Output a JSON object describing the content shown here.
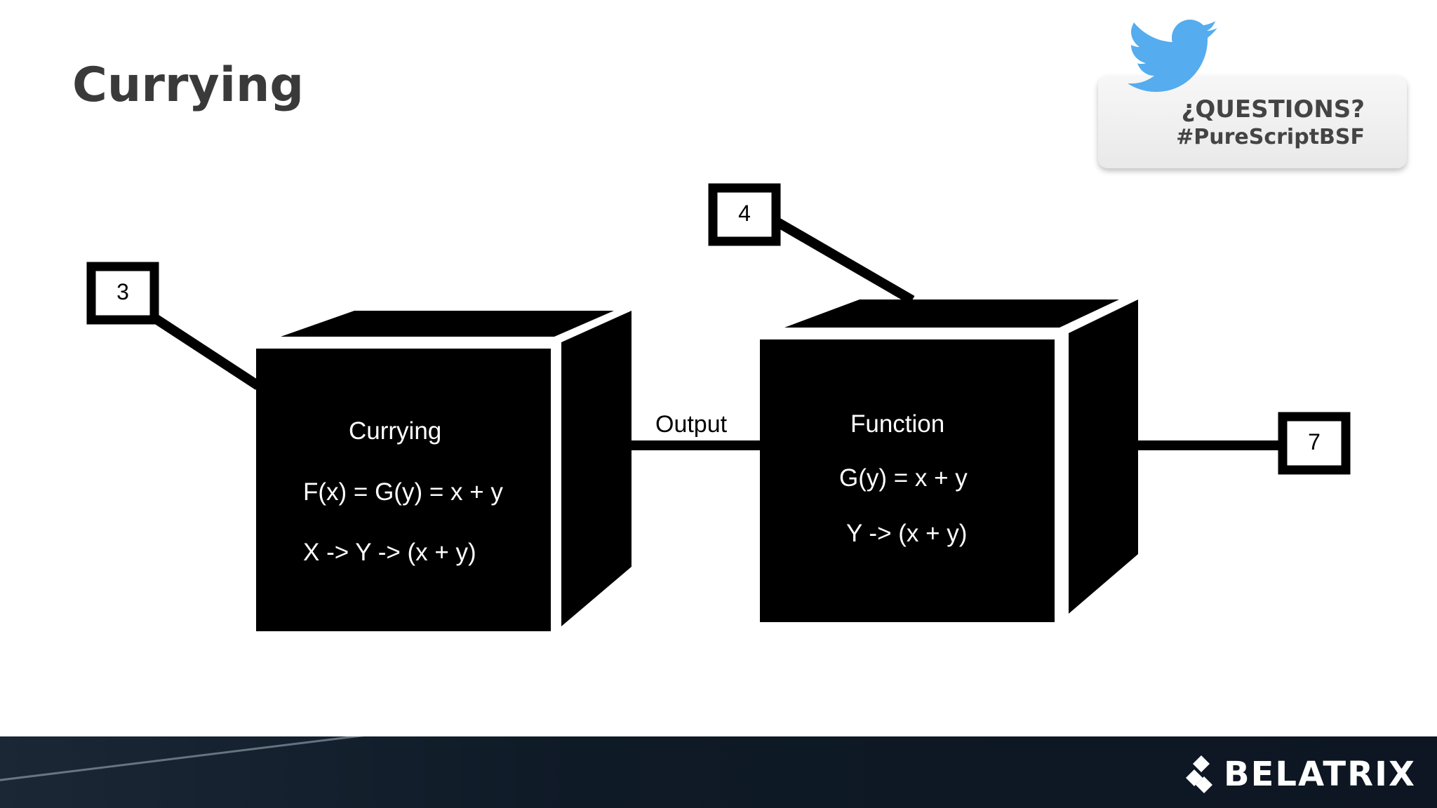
{
  "slide": {
    "title": "Currying"
  },
  "questions_card": {
    "line1": "¿QUESTIONS?",
    "line2": "#PureScriptBSF"
  },
  "diagram": {
    "input_x": "3",
    "input_y": "4",
    "result": "7",
    "connector_label": "Output",
    "currying_box": {
      "title": "Currying",
      "line1": "F(x) = G(y) = x + y",
      "line2": "X -> Y -> (x + y)"
    },
    "function_box": {
      "title": "Function",
      "line1": "G(y) = x + y",
      "line2": "Y -> (x + y)"
    }
  },
  "footer": {
    "brand": "BELATRIX"
  },
  "colors": {
    "twitter_blue": "#55acee",
    "footer_bg": "#121d2a",
    "title_gray": "#3a3a3a"
  },
  "icons": {
    "twitter": "twitter-bird-icon",
    "brand": "belatrix-logo-icon"
  }
}
